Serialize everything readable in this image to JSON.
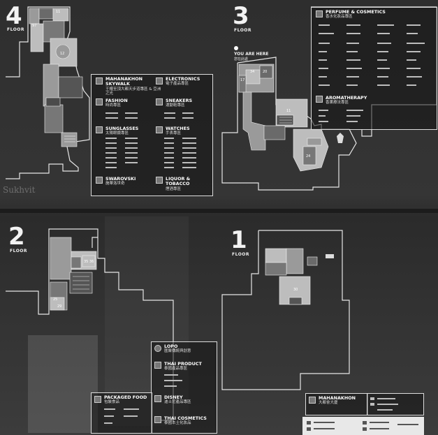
{
  "floors": {
    "f4": {
      "number": "4",
      "label": "FLOOR"
    },
    "f3": {
      "number": "3",
      "label": "FLOOR",
      "you_are_here": "YOU ARE HERE",
      "you_are_here_zh": "您在此處"
    },
    "f2": {
      "number": "2",
      "label": "FLOOR"
    },
    "f1": {
      "number": "1",
      "label": "FLOOR"
    }
  },
  "reflection_text": "Sukhvit",
  "legend_f4": {
    "mahanakhon": {
      "title": "MAHANAKHON SKYWALK",
      "zh": "王權至頂大都天步道專區 & 亞洲之光"
    },
    "electronics": {
      "title": "ELECTRONICS",
      "zh": "電子產品專區"
    },
    "fashion": {
      "title": "FASHION",
      "zh": "時尚專區"
    },
    "sneakers": {
      "title": "SNEAKERS",
      "zh": "運動鞋專區"
    },
    "sunglasses": {
      "title": "SUNGLASSES",
      "zh": "太陽眼鏡專區"
    },
    "watches": {
      "title": "WATCHES",
      "zh": "手表專區"
    },
    "swarovski": {
      "title": "SWAROVSKI",
      "zh": "施華洛世奇"
    },
    "liquor": {
      "title": "LIQUOR & TOBACCO",
      "zh": "煙酒專區"
    }
  },
  "legend_f3": {
    "perfume": {
      "title": "PERFUME & COSMETICS",
      "zh": "香水化妝品專區"
    },
    "aromatherapy": {
      "title": "AROMATHERAPY",
      "zh": "香薰療法專區"
    }
  },
  "legend_f2": {
    "lopo": {
      "title": "LOPO",
      "zh": "匯聚傳統與創意"
    },
    "thai_product": {
      "title": "THAI PRODUCT",
      "zh": "泰國產品專區"
    },
    "packaged_food": {
      "title": "PACKAGED FOOD",
      "zh": "包裝食品"
    },
    "disney": {
      "title": "DISNEY",
      "zh": "迪士尼產品專區"
    },
    "thai_cosmetics": {
      "title": "THAI COSMETICS",
      "zh": "泰國本土化妝品"
    }
  },
  "legend_f1": {
    "mahanakhon": {
      "title": "MAHANAKHON",
      "zh": "大都會大廈"
    }
  },
  "unit_numbers": {
    "f4": [
      "97",
      "11",
      "12"
    ],
    "f3": [
      "17",
      "34",
      "20",
      "24",
      "11"
    ],
    "f2": [
      "35",
      "36",
      "25",
      "29"
    ],
    "f1": [
      "30"
    ]
  },
  "colors": {
    "glass": "#353535",
    "outline": "#e6e6e6",
    "zone_light": "#bdbdbd",
    "zone_mid": "#8c8c8c",
    "zone_dark": "#5a5a5a"
  }
}
